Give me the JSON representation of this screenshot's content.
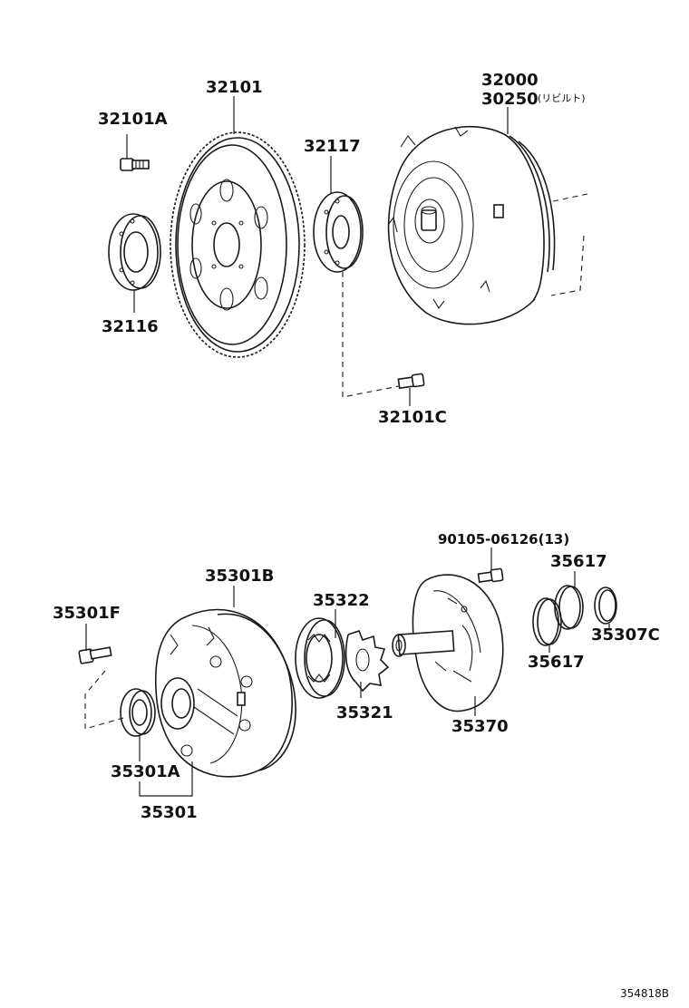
{
  "labels": {
    "p32101": "32101",
    "p32101A": "32101A",
    "p32117": "32117",
    "p32000": "32000",
    "p30250": "30250",
    "p30250_note": "(リビルト)",
    "p32116": "32116",
    "p32101C": "32101C",
    "p90105": "90105-06126(13)",
    "p35617_top": "35617",
    "p35301B": "35301B",
    "p35322": "35322",
    "p35301F": "35301F",
    "p35307C": "35307C",
    "p35617_bottom": "35617",
    "p35321": "35321",
    "p35370": "35370",
    "p35301A": "35301A",
    "p35301": "35301"
  },
  "figure_code": "354818B"
}
